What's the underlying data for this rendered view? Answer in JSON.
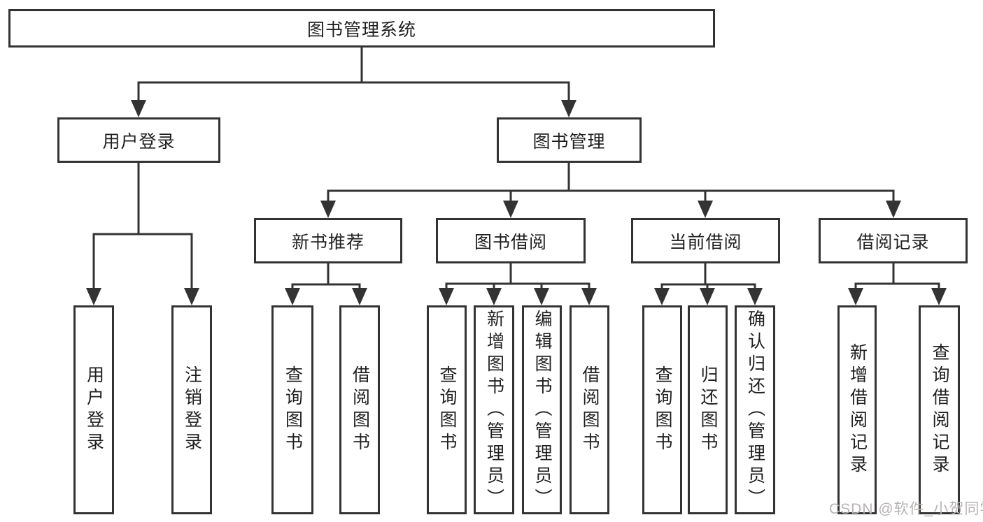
{
  "colors": {
    "line": "#333333",
    "text": "#1f1f1f",
    "box-bg": "#ffffff",
    "background": "#ffffff",
    "watermark": "#b7b3b3"
  },
  "watermark": {
    "text": "CSDN @软件_小贺同学"
  },
  "tree": {
    "label": "图书管理系统",
    "children": [
      {
        "label": "用户登录",
        "children": [
          {
            "label": "用户登录"
          },
          {
            "label": "注销登录"
          }
        ]
      },
      {
        "label": "图书管理",
        "children": [
          {
            "label": "新书推荐",
            "children": [
              {
                "label": "查询图书"
              },
              {
                "label": "借阅图书"
              }
            ]
          },
          {
            "label": "图书借阅",
            "children": [
              {
                "label": "查询图书"
              },
              {
                "label": "新增图书（管理员）"
              },
              {
                "label": "编辑图书（管理员）"
              },
              {
                "label": "借阅图书"
              }
            ]
          },
          {
            "label": "当前借阅",
            "children": [
              {
                "label": "查询图书"
              },
              {
                "label": "归还图书"
              },
              {
                "label": "确认归还（管理员）"
              }
            ]
          },
          {
            "label": "借阅记录",
            "children": [
              {
                "label": "新增借阅记录"
              },
              {
                "label": "查询借阅记录"
              }
            ]
          }
        ]
      }
    ]
  }
}
